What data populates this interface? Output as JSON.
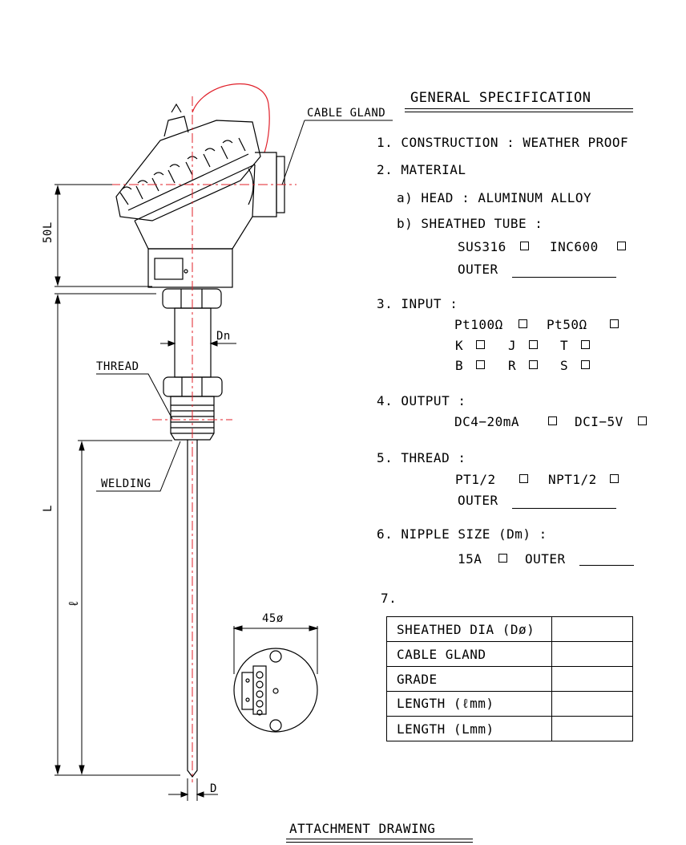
{
  "labels": {
    "cable_gland": "CABLE GLAND",
    "thread": "THREAD",
    "welding": "WELDING",
    "dim_50l": "50L",
    "dim_l": "L",
    "dim_lambda": "ℓ",
    "dim_dn": "Dn",
    "dim_d": "D",
    "dim_45": "45ø",
    "attachment": "ATTACHMENT DRAWING"
  },
  "spec": {
    "title": "GENERAL SPECIFICATION",
    "construction": "1. CONSTRUCTION : WEATHER PROOF",
    "material": "2. MATERIAL",
    "head": "a) HEAD : ALUMINUM ALLOY",
    "sheathed_tube": "b) SHEATHED TUBE :",
    "sus316": "SUS316",
    "inc600": "INC600",
    "outer": "OUTER",
    "input": "3. INPUT :",
    "pt100": "Pt100Ω",
    "pt50": "Pt50Ω",
    "k": "K",
    "j": "J",
    "t": "T",
    "b": "B",
    "r": "R",
    "s": "S",
    "output": "4. OUTPUT :",
    "dc420": "DC4−20mA",
    "dc15": "DCI−5V",
    "thread": "5. THREAD :",
    "pt12": "PT1/2",
    "npt12": "NPT1/2",
    "nipple": "6. NIPPLE SIZE (Dm) :",
    "a15": "15A",
    "item7": "7."
  },
  "table": {
    "rows": [
      "SHEATHED DIA (Dø)",
      "CABLE GLAND",
      "GRADE",
      "LENGTH (ℓmm)",
      "LENGTH (Lmm)"
    ]
  },
  "colors": {
    "centerline": "#e0202a",
    "ink": "#000000"
  }
}
